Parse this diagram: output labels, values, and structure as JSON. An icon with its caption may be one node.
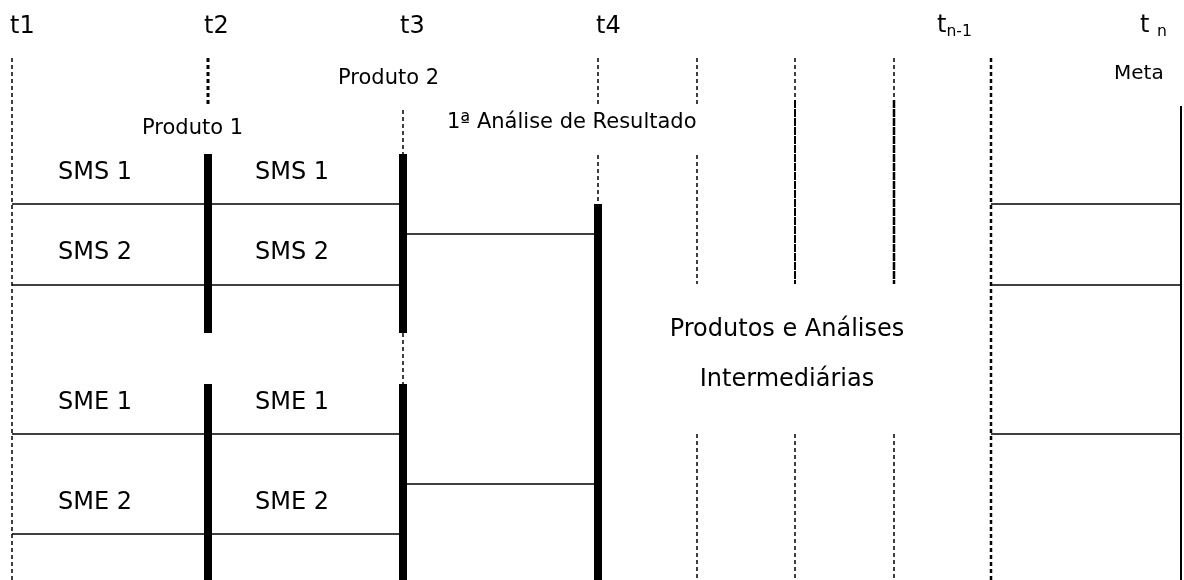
{
  "diagram": {
    "labels": [
      "t1",
      "t2",
      "t3",
      "t4",
      "t$_{n-1}$",
      "t $_{n}$",
      "Produto 2",
      "Meta",
      "Produto 1",
      "1ª Análise de Resultado",
      "SMS 1",
      "SMS 1",
      "SMS 2",
      "SMS 2",
      "Produtos e Análises Intermediárias",
      "SME 1",
      "SME 1",
      "SME 2",
      "SME 2"
    ]
  }
}
